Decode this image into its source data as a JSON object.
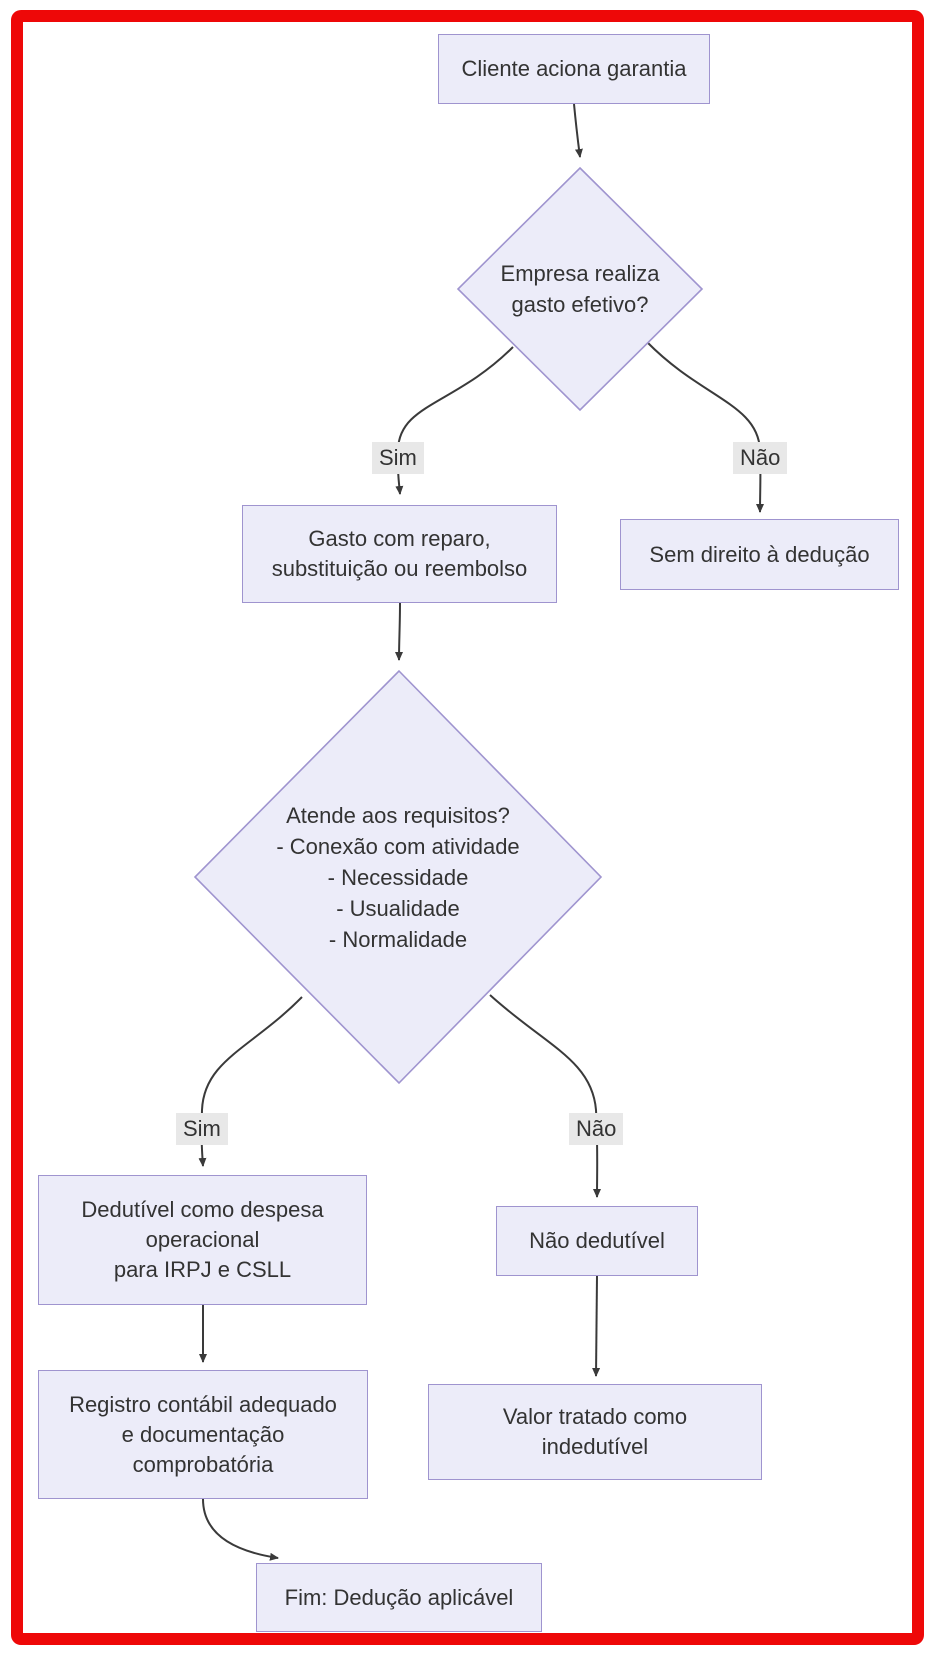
{
  "colors": {
    "frame": "#ee0808",
    "node_fill": "#ececf9",
    "node_border": "#9f94cf",
    "text": "#333333",
    "edge": "#3a3a3a",
    "label_bg": "#e8e8e8"
  },
  "diagram": {
    "type": "flowchart",
    "nodes": {
      "cliente": {
        "label": "Cliente aciona garantia",
        "shape": "rect"
      },
      "decisao_gasto": {
        "label": "Empresa realiza\ngasto efetivo?",
        "shape": "diamond"
      },
      "gasto": {
        "label": "Gasto com reparo,\nsubstituição ou reembolso",
        "shape": "rect"
      },
      "sem_direito": {
        "label": "Sem direito à dedução",
        "shape": "rect"
      },
      "decisao_requisitos": {
        "label": "Atende aos requisitos?\n- Conexão com atividade\n- Necessidade\n- Usualidade\n- Normalidade",
        "shape": "diamond"
      },
      "dedutivel": {
        "label": "Dedutível como despesa\noperacional\npara IRPJ e CSLL",
        "shape": "rect"
      },
      "nao_dedutivel": {
        "label": "Não dedutível",
        "shape": "rect"
      },
      "registro": {
        "label": "Registro contábil adequado\ne documentação\ncomprobatória",
        "shape": "rect"
      },
      "valor_indedutivel": {
        "label": "Valor tratado como\nindedutível",
        "shape": "rect"
      },
      "fim": {
        "label": "Fim: Dedução aplicável",
        "shape": "rect"
      }
    },
    "edge_labels": {
      "sim1": "Sim",
      "nao1": "Não",
      "sim2": "Sim",
      "nao2": "Não"
    },
    "edges": [
      "cliente -> decisao_gasto",
      "decisao_gasto -Sim-> gasto",
      "decisao_gasto -Não-> sem_direito",
      "gasto -> decisao_requisitos",
      "decisao_requisitos -Sim-> dedutivel",
      "decisao_requisitos -Não-> nao_dedutivel",
      "dedutivel -> registro",
      "nao_dedutivel -> valor_indedutivel",
      "registro -> fim"
    ]
  }
}
